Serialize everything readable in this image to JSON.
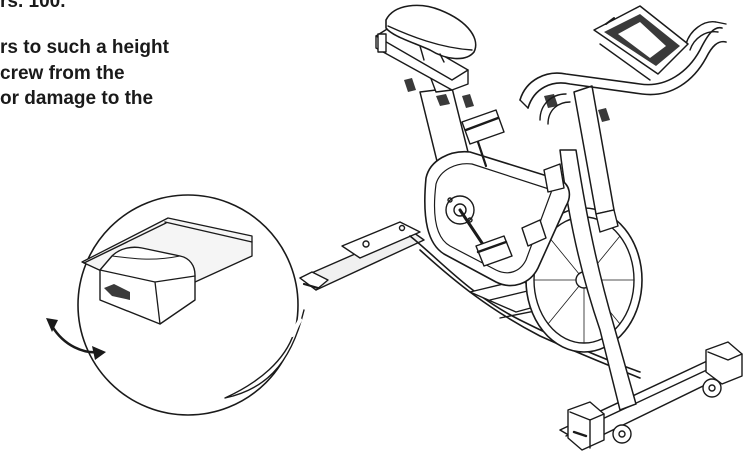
{
  "text": {
    "cut_line": "rs. 100.",
    "warning_lines": [
      "rs to such a height",
      "crew from the",
      "or damage to the"
    ]
  },
  "colors": {
    "ink": "#1a1a1a",
    "fill_light": "#f0f0f0",
    "fill_dark": "#3a3a3a"
  }
}
